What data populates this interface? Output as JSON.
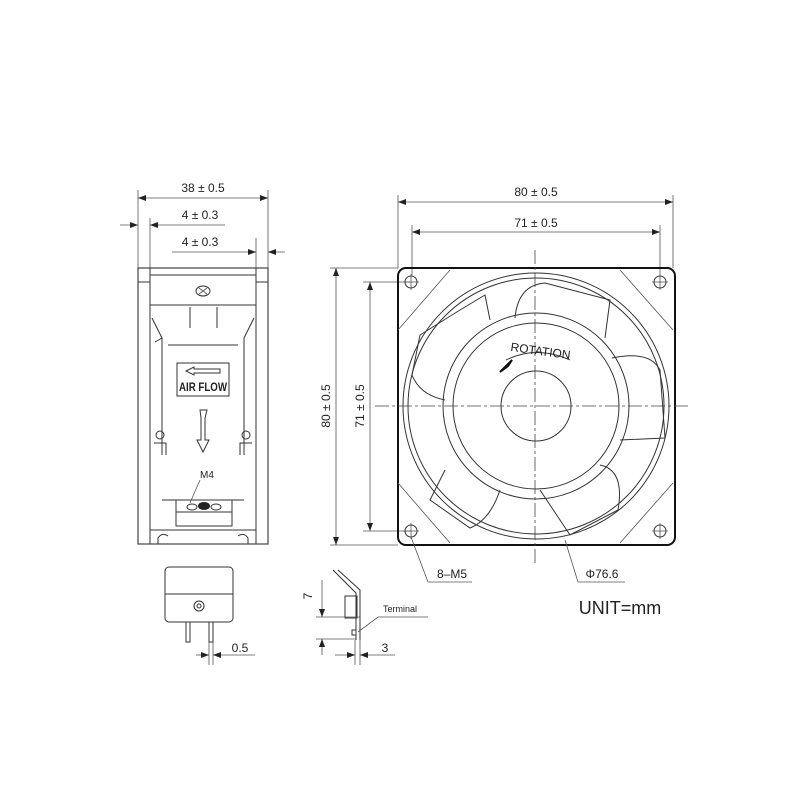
{
  "drawing": {
    "subject": "80mm axial cooling fan dimensional drawing",
    "unit_label": "UNIT=mm",
    "side_view": {
      "overall_depth": "38 ± 0.5",
      "left_flange": "4 ± 0.3",
      "right_flange": "4 ± 0.3",
      "airflow_label": "AIR FLOW",
      "screw_label": "M4"
    },
    "front_view": {
      "overall_width": "80 ± 0.5",
      "hole_spacing_width": "71 ± 0.5",
      "overall_height": "80 ± 0.5",
      "hole_spacing_height": "71 ± 0.5",
      "rotation_label": "ROTATION",
      "mount_holes": "8–M5",
      "impeller_diameter": "Φ76.6"
    },
    "terminal_detail": {
      "pin_spacing": "0.5"
    },
    "terminal_side_detail": {
      "height": "7",
      "width": "3",
      "terminal_label": "Terminal"
    }
  },
  "colors": {
    "line": "#333333",
    "background": "#ffffff"
  }
}
